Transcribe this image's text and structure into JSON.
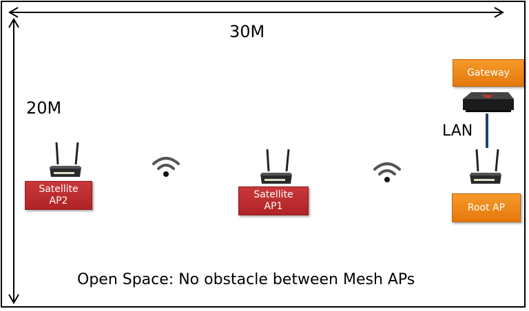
{
  "dimensions": {
    "width": "30M",
    "height": "20M"
  },
  "nodes": {
    "satellite_ap2": {
      "line1": "Satellite",
      "line2": "AP2"
    },
    "satellite_ap1": {
      "line1": "Satellite",
      "line2": "AP1"
    },
    "root_ap": {
      "label": "Root AP"
    },
    "gateway": {
      "label": "Gateway"
    }
  },
  "link_label": "LAN",
  "caption": "Open Space: No obstacle between Mesh APs",
  "colors": {
    "satellite_box": "#b8282b",
    "orange_box": "#ee8a1c",
    "lan_line": "#1f3f6e"
  },
  "icons": [
    "router-icon",
    "wifi-signal-icon",
    "gateway-device-icon",
    "double-arrow-icon"
  ]
}
